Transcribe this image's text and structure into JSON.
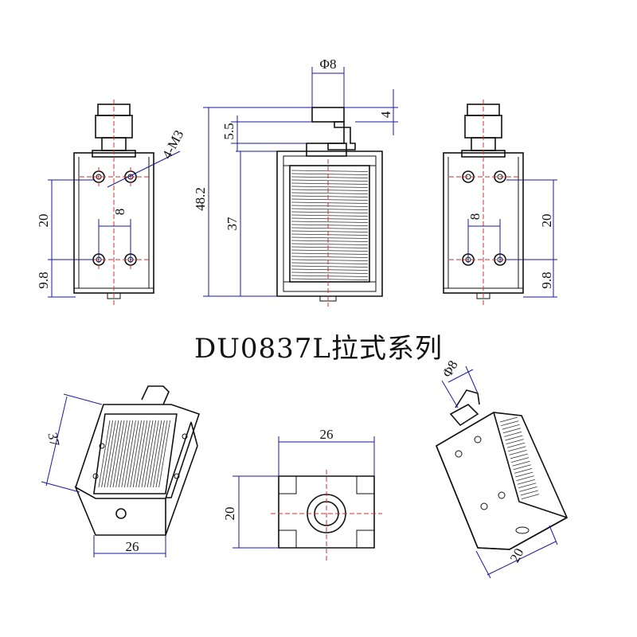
{
  "title": "DU0837L拉式系列",
  "colors": {
    "outline": "#111111",
    "dimension": "#1a1aa6",
    "centerline": "#d23030"
  },
  "front_view": {
    "dim_holes_vertical": "20",
    "dim_hole_spacing": "8",
    "dim_bottom": "9.8",
    "hole_label": "4-M3"
  },
  "side_view": {
    "dim_plunger_dia": "Φ8",
    "dim_cap": "4",
    "dim_stroke": "5.5",
    "dim_total_height": "48.2",
    "dim_body_height": "37"
  },
  "rear_view": {
    "dim_holes_vertical": "20",
    "dim_hole_spacing": "8",
    "dim_bottom": "9.8"
  },
  "iso_left": {
    "dim_height": "37",
    "dim_width": "26"
  },
  "bottom_view": {
    "dim_width": "26",
    "dim_height": "20"
  },
  "iso_right": {
    "dim_plunger_dia": "Φ8",
    "dim_depth": "20"
  }
}
